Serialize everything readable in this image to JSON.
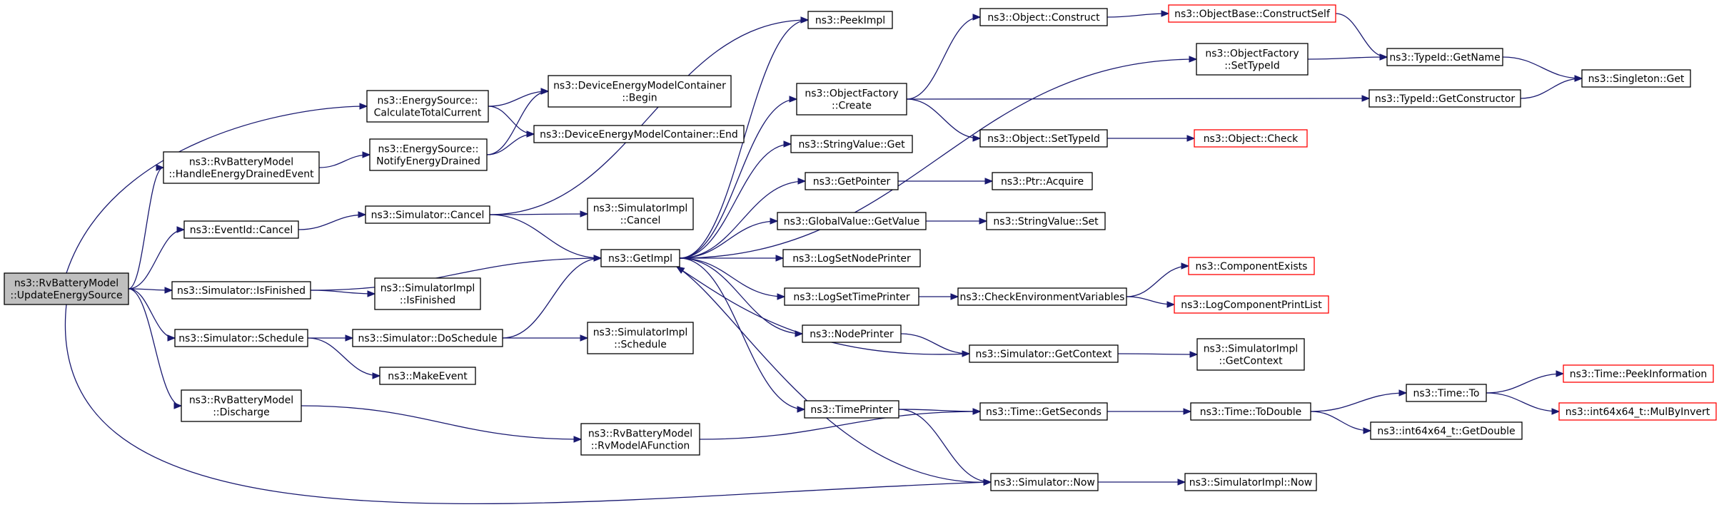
{
  "colors": {
    "edge": "#191970",
    "node_border": "#000000",
    "node_fill": "#ffffff",
    "root_fill": "#bfbfbf",
    "truncated_border": "#ff0000"
  },
  "nodes": [
    {
      "id": "root",
      "lines": [
        "ns3::RvBatteryModel",
        "::UpdateEnergySource"
      ],
      "style": "root"
    },
    {
      "id": "calc",
      "lines": [
        "ns3::EnergySource::",
        "CalculateTotalCurrent"
      ],
      "style": "normal"
    },
    {
      "id": "handle",
      "lines": [
        "ns3::RvBatteryModel",
        "::HandleEnergyDrainedEvent"
      ],
      "style": "normal"
    },
    {
      "id": "notify",
      "lines": [
        "ns3::EnergySource::",
        "NotifyEnergyDrained"
      ],
      "style": "normal"
    },
    {
      "id": "evcancel",
      "lines": [
        "ns3::EventId::Cancel"
      ],
      "style": "normal"
    },
    {
      "id": "simcancel",
      "lines": [
        "ns3::Simulator::Cancel"
      ],
      "style": "normal"
    },
    {
      "id": "simfinished",
      "lines": [
        "ns3::Simulator::IsFinished"
      ],
      "style": "normal"
    },
    {
      "id": "simschedule",
      "lines": [
        "ns3::Simulator::Schedule"
      ],
      "style": "normal"
    },
    {
      "id": "doschedule",
      "lines": [
        "ns3::Simulator::DoSchedule"
      ],
      "style": "normal"
    },
    {
      "id": "makeevent",
      "lines": [
        "ns3::MakeEvent"
      ],
      "style": "normal"
    },
    {
      "id": "discharge",
      "lines": [
        "ns3::RvBatteryModel",
        "::Discharge"
      ],
      "style": "normal"
    },
    {
      "id": "rvmodel",
      "lines": [
        "ns3::RvBatteryModel",
        "::RvModelAFunction"
      ],
      "style": "normal"
    },
    {
      "id": "dembegin",
      "lines": [
        "ns3::DeviceEnergyModelContainer",
        "::Begin"
      ],
      "style": "normal"
    },
    {
      "id": "demend",
      "lines": [
        "ns3::DeviceEnergyModelContainer::End"
      ],
      "style": "normal"
    },
    {
      "id": "implcancel",
      "lines": [
        "ns3::SimulatorImpl",
        "::Cancel"
      ],
      "style": "normal"
    },
    {
      "id": "getimpl",
      "lines": [
        "ns3::GetImpl"
      ],
      "style": "normal"
    },
    {
      "id": "implfinished",
      "lines": [
        "ns3::SimulatorImpl",
        "::IsFinished"
      ],
      "style": "normal"
    },
    {
      "id": "implschedule",
      "lines": [
        "ns3::SimulatorImpl",
        "::Schedule"
      ],
      "style": "normal"
    },
    {
      "id": "peekimpl",
      "lines": [
        "ns3::PeekImpl"
      ],
      "style": "normal"
    },
    {
      "id": "ofcreate",
      "lines": [
        "ns3::ObjectFactory",
        "::Create"
      ],
      "style": "normal"
    },
    {
      "id": "svget",
      "lines": [
        "ns3::StringValue::Get"
      ],
      "style": "normal"
    },
    {
      "id": "getpointer",
      "lines": [
        "ns3::GetPointer"
      ],
      "style": "normal"
    },
    {
      "id": "gvgetvalue",
      "lines": [
        "ns3::GlobalValue::GetValue"
      ],
      "style": "normal"
    },
    {
      "id": "lognodeprinter",
      "lines": [
        "ns3::LogSetNodePrinter"
      ],
      "style": "normal"
    },
    {
      "id": "logtimeprinter",
      "lines": [
        "ns3::LogSetTimePrinter"
      ],
      "style": "normal"
    },
    {
      "id": "nodeprinter",
      "lines": [
        "ns3::NodePrinter"
      ],
      "style": "normal"
    },
    {
      "id": "timeprinter",
      "lines": [
        "ns3::TimePrinter"
      ],
      "style": "normal"
    },
    {
      "id": "objconstruct",
      "lines": [
        "ns3::Object::Construct"
      ],
      "style": "normal"
    },
    {
      "id": "objsettypeid",
      "lines": [
        "ns3::Object::SetTypeId"
      ],
      "style": "normal"
    },
    {
      "id": "ptracquire",
      "lines": [
        "ns3::Ptr::Acquire"
      ],
      "style": "normal"
    },
    {
      "id": "svset",
      "lines": [
        "ns3::StringValue::Set"
      ],
      "style": "normal"
    },
    {
      "id": "checkenv",
      "lines": [
        "ns3::CheckEnvironmentVariables"
      ],
      "style": "normal"
    },
    {
      "id": "simgetcontext",
      "lines": [
        "ns3::Simulator::GetContext"
      ],
      "style": "normal"
    },
    {
      "id": "timegetseconds",
      "lines": [
        "ns3::Time::GetSeconds"
      ],
      "style": "normal"
    },
    {
      "id": "simnow",
      "lines": [
        "ns3::Simulator::Now"
      ],
      "style": "normal"
    },
    {
      "id": "constructself",
      "lines": [
        "ns3::ObjectBase::ConstructSelf"
      ],
      "style": "truncated"
    },
    {
      "id": "ofsettypeid",
      "lines": [
        "ns3::ObjectFactory",
        "::SetTypeId"
      ],
      "style": "normal"
    },
    {
      "id": "objcheck",
      "lines": [
        "ns3::Object::Check"
      ],
      "style": "truncated"
    },
    {
      "id": "compexists",
      "lines": [
        "ns3::ComponentExists"
      ],
      "style": "truncated"
    },
    {
      "id": "logcompprint",
      "lines": [
        "ns3::LogComponentPrintList"
      ],
      "style": "truncated"
    },
    {
      "id": "implgetcontext",
      "lines": [
        "ns3::SimulatorImpl",
        "::GetContext"
      ],
      "style": "normal"
    },
    {
      "id": "timetodouble",
      "lines": [
        "ns3::Time::ToDouble"
      ],
      "style": "normal"
    },
    {
      "id": "implnow",
      "lines": [
        "ns3::SimulatorImpl::Now"
      ],
      "style": "normal"
    },
    {
      "id": "typeidgetname",
      "lines": [
        "ns3::TypeId::GetName"
      ],
      "style": "normal"
    },
    {
      "id": "typeidgetctor",
      "lines": [
        "ns3::TypeId::GetConstructor"
      ],
      "style": "normal"
    },
    {
      "id": "singletonget",
      "lines": [
        "ns3::Singleton::Get"
      ],
      "style": "normal"
    },
    {
      "id": "timeto",
      "lines": [
        "ns3::Time::To"
      ],
      "style": "normal"
    },
    {
      "id": "getdouble",
      "lines": [
        "ns3::int64x64_t::GetDouble"
      ],
      "style": "normal"
    },
    {
      "id": "peekinfo",
      "lines": [
        "ns3::Time::PeekInformation"
      ],
      "style": "truncated"
    },
    {
      "id": "mulbyinvert",
      "lines": [
        "ns3::int64x64_t::MulByInvert"
      ],
      "style": "truncated"
    }
  ],
  "edges": [
    [
      "root",
      "calc"
    ],
    [
      "root",
      "handle"
    ],
    [
      "root",
      "evcancel"
    ],
    [
      "root",
      "simfinished"
    ],
    [
      "root",
      "simschedule"
    ],
    [
      "root",
      "discharge"
    ],
    [
      "root",
      "simnow"
    ],
    [
      "calc",
      "dembegin"
    ],
    [
      "calc",
      "demend"
    ],
    [
      "handle",
      "notify"
    ],
    [
      "notify",
      "dembegin"
    ],
    [
      "notify",
      "demend"
    ],
    [
      "evcancel",
      "simcancel"
    ],
    [
      "simcancel",
      "implcancel"
    ],
    [
      "simcancel",
      "getimpl"
    ],
    [
      "simcancel",
      "peekimpl"
    ],
    [
      "simfinished",
      "getimpl"
    ],
    [
      "simfinished",
      "implfinished"
    ],
    [
      "simschedule",
      "doschedule"
    ],
    [
      "simschedule",
      "makeevent"
    ],
    [
      "doschedule",
      "getimpl"
    ],
    [
      "doschedule",
      "implschedule"
    ],
    [
      "discharge",
      "rvmodel"
    ],
    [
      "rvmodel",
      "timegetseconds"
    ],
    [
      "getimpl",
      "peekimpl"
    ],
    [
      "getimpl",
      "ofcreate"
    ],
    [
      "getimpl",
      "svget"
    ],
    [
      "getimpl",
      "getpointer"
    ],
    [
      "getimpl",
      "gvgetvalue"
    ],
    [
      "getimpl",
      "lognodeprinter"
    ],
    [
      "getimpl",
      "logtimeprinter"
    ],
    [
      "getimpl",
      "nodeprinter"
    ],
    [
      "getimpl",
      "timeprinter"
    ],
    [
      "getimpl",
      "ofsettypeid"
    ],
    [
      "ofcreate",
      "objconstruct"
    ],
    [
      "ofcreate",
      "objsettypeid"
    ],
    [
      "ofcreate",
      "typeidgetctor"
    ],
    [
      "objconstruct",
      "constructself"
    ],
    [
      "constructself",
      "typeidgetname"
    ],
    [
      "ofsettypeid",
      "typeidgetname"
    ],
    [
      "typeidgetname",
      "singletonget"
    ],
    [
      "typeidgetctor",
      "singletonget"
    ],
    [
      "objsettypeid",
      "objcheck"
    ],
    [
      "getpointer",
      "ptracquire"
    ],
    [
      "gvgetvalue",
      "svset"
    ],
    [
      "logtimeprinter",
      "checkenv"
    ],
    [
      "checkenv",
      "compexists"
    ],
    [
      "checkenv",
      "logcompprint"
    ],
    [
      "nodeprinter",
      "simgetcontext"
    ],
    [
      "simgetcontext",
      "getimpl"
    ],
    [
      "simgetcontext",
      "implgetcontext"
    ],
    [
      "timeprinter",
      "timegetseconds"
    ],
    [
      "timeprinter",
      "simnow"
    ],
    [
      "timegetseconds",
      "timetodouble"
    ],
    [
      "timetodouble",
      "timeto"
    ],
    [
      "timetodouble",
      "getdouble"
    ],
    [
      "timeto",
      "peekinfo"
    ],
    [
      "timeto",
      "mulbyinvert"
    ],
    [
      "simnow",
      "getimpl"
    ],
    [
      "simnow",
      "implnow"
    ]
  ]
}
